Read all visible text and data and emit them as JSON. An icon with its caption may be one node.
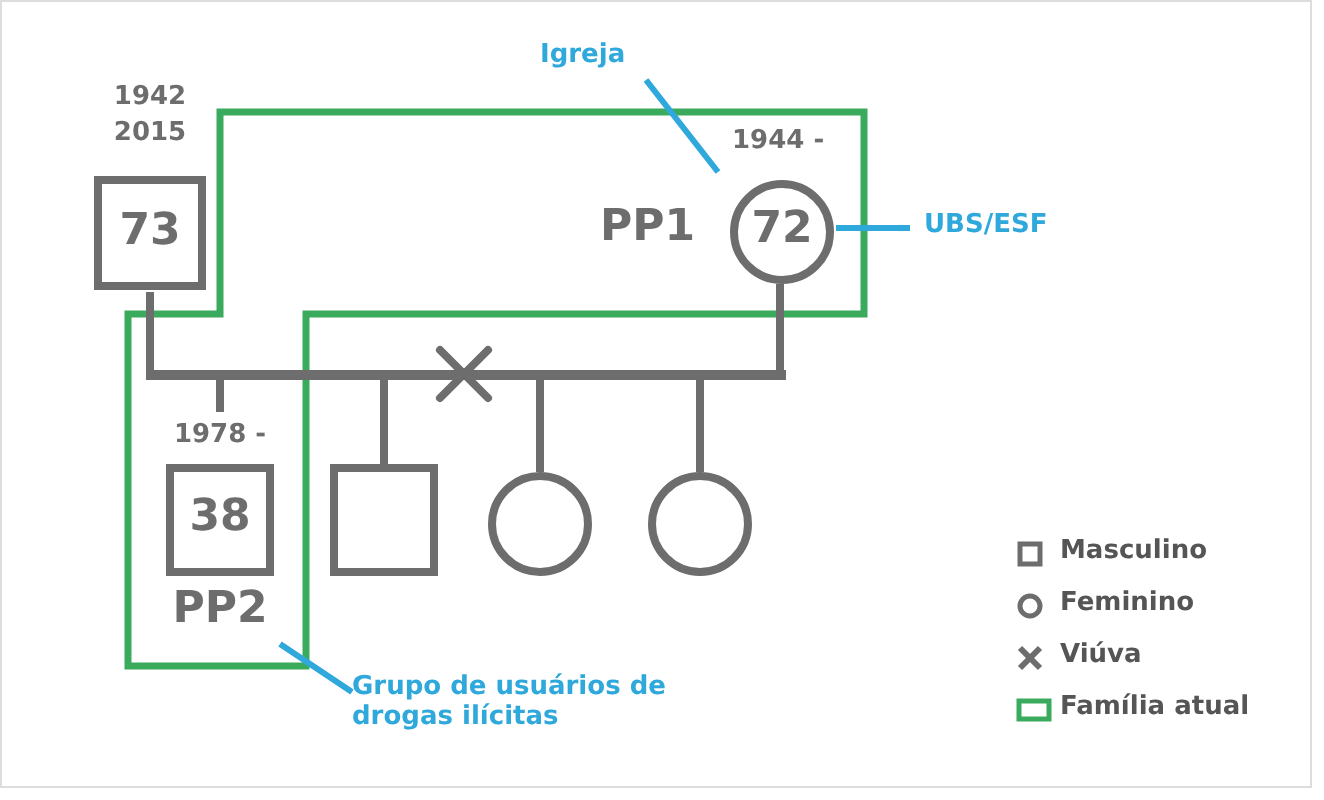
{
  "diagram": {
    "nodes": [
      {
        "text": [
          "73"
        ],
        "beside": [
          "1942 2015"
        ]
      },
      {
        "text": [
          "72"
        ],
        "beside": [
          "PP1",
          "1944 -"
        ]
      },
      {
        "text": [],
        "shape": "bar"
      },
      {
        "text": [
          "38"
        ],
        "beside": [
          "1978 -",
          "PP2"
        ]
      },
      {
        "text": [],
        "shape": "box"
      },
      {
        "text": [],
        "shape": "circle"
      },
      {
        "text": [],
        "shape": "circle"
      },
      {
        "text": [
          "Igreja"
        ]
      },
      {
        "text": [
          "UBS/ESF"
        ]
      },
      {
        "text": [
          "Grupo de usuários de drogas ilícitas"
        ]
      }
    ],
    "edges": [
      {
        "from": 0,
        "to": 2,
        "arrow": "none"
      },
      {
        "from": 1,
        "to": 2,
        "arrow": "none"
      },
      {
        "from": 2,
        "to": 3,
        "arrow": "none"
      },
      {
        "from": 2,
        "to": 4,
        "arrow": "none"
      },
      {
        "from": 2,
        "to": 5,
        "arrow": "none"
      },
      {
        "from": 2,
        "to": 6,
        "arrow": "none"
      },
      {
        "from": 7,
        "to": 1,
        "arrow": "none",
        "color": "#2fa8dc"
      },
      {
        "from": 8,
        "to": 1,
        "arrow": "none",
        "color": "#2fa8dc"
      },
      {
        "from": 9,
        "to": 3,
        "arrow": "none",
        "color": "#2fa8dc"
      }
    ],
    "legend": [
      {
        "text": "Masculino"
      },
      {
        "text": "Feminino"
      },
      {
        "text": "Viúva"
      },
      {
        "text": "Família atual"
      }
    ]
  }
}
